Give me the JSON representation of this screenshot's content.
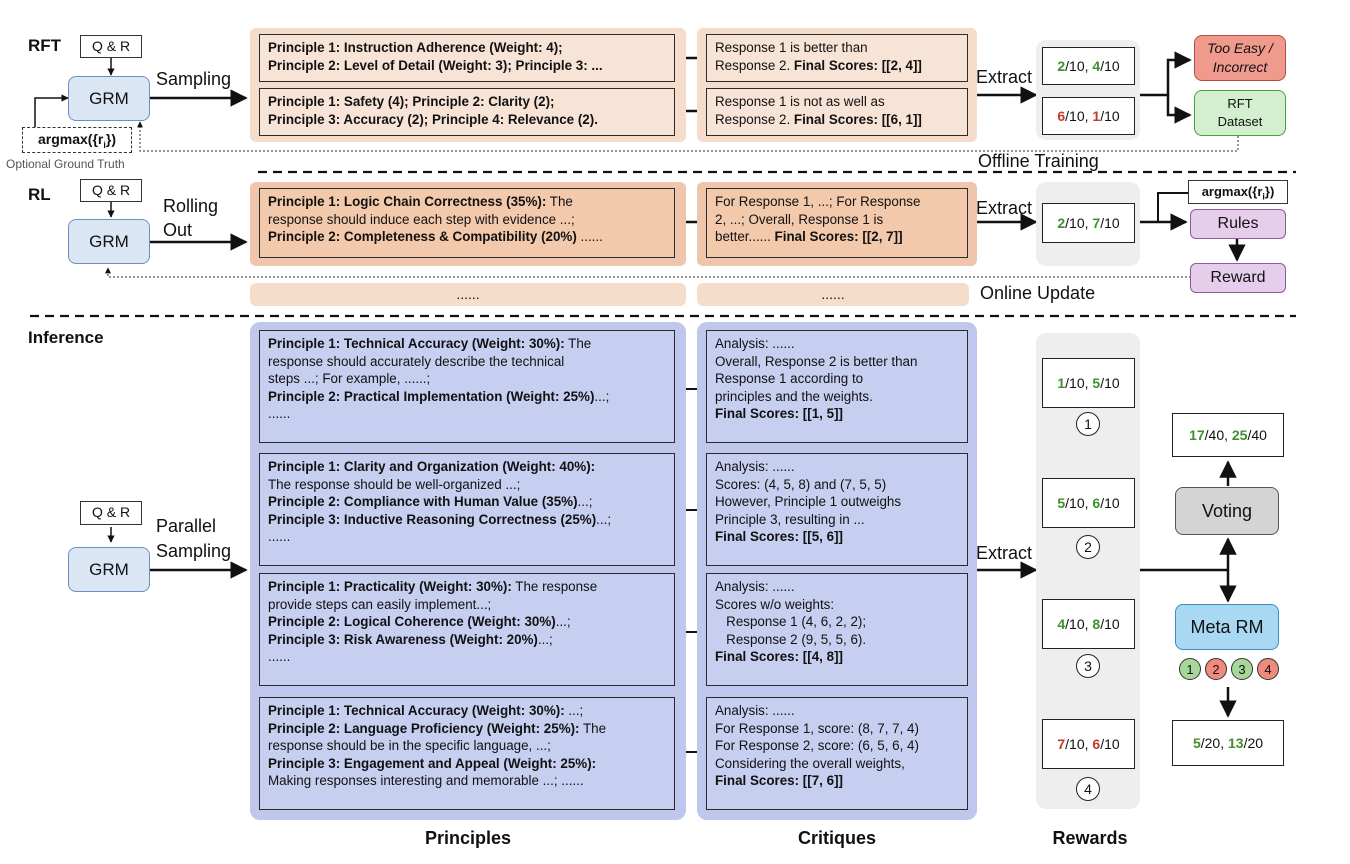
{
  "sections": {
    "rft": "RFT",
    "rl": "RL",
    "inference": "Inference"
  },
  "common": {
    "qr": "Q & R",
    "grm": "GRM",
    "extract": "Extract"
  },
  "rft": {
    "sampling": "Sampling",
    "argmax": "argmax({r",
    "argmax_sub": "i",
    "argmax_close": "})",
    "optional_gt": "Optional Ground Truth",
    "offline_training": "Offline Training",
    "principles": [
      {
        "line1_bold": "Principle 1: Instruction Adherence (Weight: 4);",
        "line2_bold": "Principle 2: Level of Detail (Weight: 3); Principle 3: ..."
      },
      {
        "line1_bold": "Principle 1: Safety (4); Principle 2: Clarity (2);",
        "line2_bold": "Principle 3: Accuracy (2); Principle 4: Relevance (2)."
      }
    ],
    "critiques": [
      {
        "line1": "Response 1 is better than",
        "line2_plain": "Response 2. ",
        "line2_bold": "Final Scores: [[2, 4]]"
      },
      {
        "line1": "Response 1 is not as well as",
        "line2_plain": "Response 2. ",
        "line2_bold": "Final Scores: [[6, 1]]"
      }
    ],
    "rewards": [
      {
        "a": "2",
        "b": "4",
        "den": "/10",
        "sep": ", "
      },
      {
        "a": "6",
        "b": "1",
        "den": "/10",
        "sep": ", "
      }
    ],
    "too_easy": "Too Easy /",
    "incorrect": "Incorrect",
    "rft_dataset_1": "RFT",
    "rft_dataset_2": "Dataset",
    "colors": {
      "too_easy_bg": "#f09a8e",
      "dataset_bg": "#d3efcf"
    }
  },
  "rl": {
    "rolling": "Rolling",
    "out": "Out",
    "principle": {
      "l1_bold": "Principle 1: Logic Chain Correctness (35%):",
      "l1_plain": " The",
      "l2": "response should induce each step with evidence ...;",
      "l3_bold": "Principle 2: Completeness & Compatibility (20%)",
      "l3_plain": " ......"
    },
    "critique": {
      "l1": "For Response 1, ...; For Response",
      "l2": "2, ...; Overall, Response 1 is",
      "l3_plain": "better...... ",
      "l3_bold": "Final Scores: [[2, 7]]"
    },
    "reward": {
      "a": "2",
      "b": "7",
      "den": "/10",
      "sep": ", "
    },
    "argmax": "argmax({r",
    "argmax_sub": "i",
    "argmax_close": "})",
    "rules": "Rules",
    "reward_box": "Reward",
    "dots1": "......",
    "dots2": "......",
    "online_update": "Online Update",
    "colors": {
      "rules_bg": "#e7cdec",
      "reward_bg": "#e7cdec"
    }
  },
  "inference": {
    "parallel": "Parallel",
    "sampling": "Sampling",
    "principles": [
      {
        "lines": [
          {
            "b": "Principle 1: Technical Accuracy (Weight: 30%):",
            "p": " The"
          },
          {
            "b": "",
            "p": "response should accurately describe the technical"
          },
          {
            "b": "",
            "p": "steps ...; For example, ......;"
          },
          {
            "b": "Principle 2: Practical Implementation (Weight: 25%)",
            "p": "...;"
          },
          {
            "b": "",
            "p": "......"
          }
        ]
      },
      {
        "lines": [
          {
            "b": "Principle 1: Clarity and Organization (Weight: 40%):",
            "p": ""
          },
          {
            "b": "",
            "p": "The response should be well-organized ...;"
          },
          {
            "b": "Principle 2: Compliance with Human Value (35%)",
            "p": "...;"
          },
          {
            "b": "Principle 3: Inductive Reasoning Correctness (25%)",
            "p": "...;"
          },
          {
            "b": "",
            "p": "......"
          }
        ]
      },
      {
        "lines": [
          {
            "b": "Principle 1: Practicality (Weight: 30%):",
            "p": " The response"
          },
          {
            "b": "",
            "p": "provide steps can easily implement...;"
          },
          {
            "b": "Principle 2: Logical Coherence (Weight: 30%)",
            "p": "...;"
          },
          {
            "b": "Principle 3: Risk Awareness (Weight: 20%)",
            "p": "...;"
          },
          {
            "b": "",
            "p": "......"
          }
        ]
      },
      {
        "lines": [
          {
            "b": "Principle 1: Technical Accuracy (Weight: 30%):",
            "p": " ...;"
          },
          {
            "b": "Principle 2: Language Proficiency (Weight: 25%):",
            "p": " The"
          },
          {
            "b": "",
            "p": "response should be in the specific language, ...;"
          },
          {
            "b": "Principle 3: Engagement and Appeal (Weight: 25%):",
            "p": ""
          },
          {
            "b": "",
            "p": "Making responses interesting and memorable ...; ......"
          }
        ]
      }
    ],
    "critiques": [
      {
        "lines": [
          {
            "b": "",
            "p": "Analysis: ......"
          },
          {
            "b": "",
            "p": "Overall, Response 2 is better than"
          },
          {
            "b": "",
            "p": "Response 1 according to"
          },
          {
            "b": "",
            "p": "principles and the weights."
          },
          {
            "b": "Final Scores: [[1, 5]]",
            "p": ""
          }
        ]
      },
      {
        "lines": [
          {
            "b": "",
            "p": "Analysis: ......"
          },
          {
            "b": "",
            "p": "Scores: (4, 5, 8) and (7, 5, 5)"
          },
          {
            "b": "",
            "p": "However, Principle 1 outweighs"
          },
          {
            "b": "",
            "p": "Principle 3, resulting in ..."
          },
          {
            "b": "Final Scores: [[5, 6]]",
            "p": ""
          }
        ]
      },
      {
        "lines": [
          {
            "b": "",
            "p": "Analysis: ......"
          },
          {
            "b": "",
            "p": "Scores w/o weights:"
          },
          {
            "b": "",
            "p": "   Response 1 (4, 6, 2, 2);"
          },
          {
            "b": "",
            "p": "   Response 2 (9, 5, 5, 6)."
          },
          {
            "b": "Final Scores: [[4, 8]]",
            "p": ""
          }
        ]
      },
      {
        "lines": [
          {
            "b": "",
            "p": "Analysis: ......"
          },
          {
            "b": "",
            "p": "For Response 1, score: (8, 7, 7, 4)"
          },
          {
            "b": "",
            "p": "For Response 2, score: (6, 5, 6, 4)"
          },
          {
            "b": "",
            "p": "Considering the overall weights,"
          },
          {
            "b": "Final Scores: [[7, 6]]",
            "p": ""
          }
        ]
      }
    ],
    "rewards": [
      {
        "a": "1",
        "b": "5",
        "ac": "g",
        "bc": "g",
        "den": "/10",
        "sep": ", ",
        "idx": "1"
      },
      {
        "a": "5",
        "b": "6",
        "ac": "g",
        "bc": "g",
        "den": "/10",
        "sep": ", ",
        "idx": "2"
      },
      {
        "a": "4",
        "b": "8",
        "ac": "g",
        "bc": "g",
        "den": "/10",
        "sep": ", ",
        "idx": "3"
      },
      {
        "a": "7",
        "b": "6",
        "ac": "r",
        "bc": "r",
        "den": "/10",
        "sep": ", ",
        "idx": "4"
      }
    ],
    "vote_result": {
      "a": "17",
      "b": "25",
      "den": "/40",
      "sep": ", "
    },
    "voting": "Voting",
    "meta_rm": "Meta RM",
    "meta_marks": [
      {
        "n": "1",
        "color": "#a6d89a"
      },
      {
        "n": "2",
        "color": "#ee8a7e"
      },
      {
        "n": "3",
        "color": "#a6d89a"
      },
      {
        "n": "4",
        "color": "#ee8a7e"
      }
    ],
    "meta_result": {
      "a": "5",
      "b": "13",
      "den": "/20",
      "sep": ", "
    },
    "colors": {
      "voting_bg": "#d4d4d4",
      "meta_bg": "#a8d8f2"
    }
  },
  "footer": {
    "principles": "Principles",
    "critiques": "Critiques",
    "rewards": "Rewards"
  }
}
